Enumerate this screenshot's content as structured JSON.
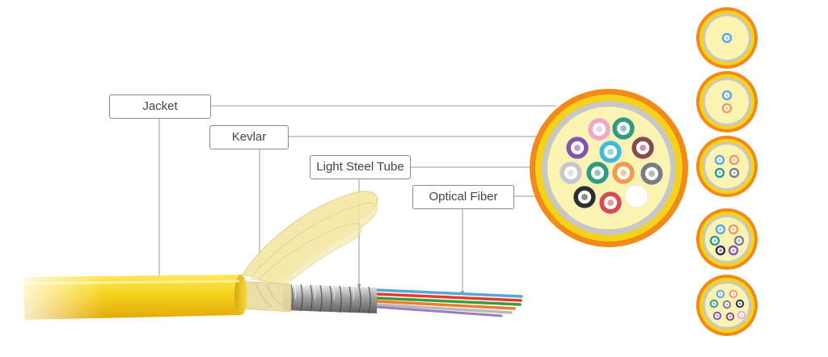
{
  "labels": {
    "jacket": "Jacket",
    "kevlar": "Kevlar",
    "light_steel_tube": "Light Steel Tube",
    "optical_fiber": "Optical Fiber"
  },
  "colors": {
    "jacket": "#f6d21a",
    "jacket_outer_ring": "#f28a1a",
    "kevlar_fill": "#fbf3b0",
    "steel_tube": "#c7c7c7",
    "callout_border": "#8c8c8c",
    "callout_text": "#444444",
    "leader_line": "#9a9a9a"
  },
  "fiber_colors": [
    "#5aa7d6",
    "#f29b49",
    "#2f9a7c",
    "#7c7c7c",
    "#2e2e2e",
    "#7e57a6",
    "#8b4a4a",
    "#f2a7c4",
    "#d94b4b",
    "#ffffff",
    "#40bcd8",
    "#c8c8c8"
  ],
  "cross_sections": [
    {
      "fiber_count": 1
    },
    {
      "fiber_count": 2
    },
    {
      "fiber_count": 4
    },
    {
      "fiber_count": 6
    },
    {
      "fiber_count": 8
    },
    {
      "fiber_count": 12
    }
  ]
}
